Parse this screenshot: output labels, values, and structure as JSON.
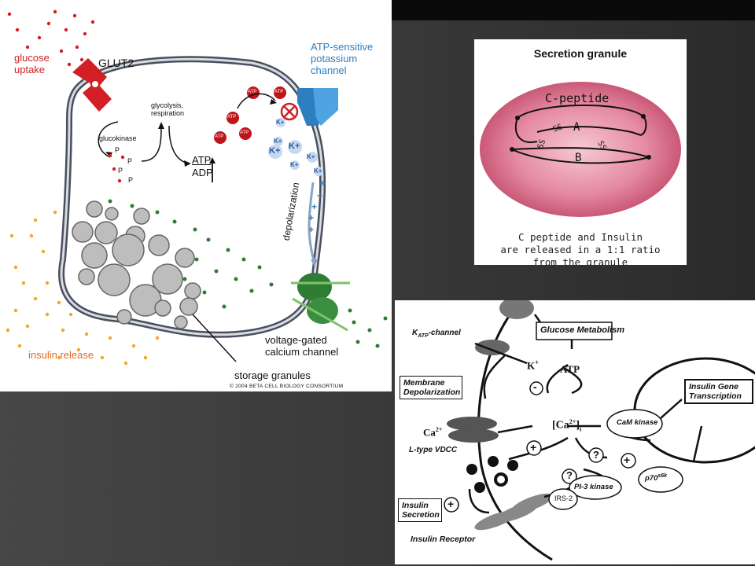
{
  "beta_cell": {
    "glucose_uptake": [
      "glucose",
      "uptake"
    ],
    "glut2": "GLUT2",
    "glycolysis": [
      "glycolysis,",
      "respiration"
    ],
    "glucokinase": "glucokinase",
    "phosphate": "P",
    "atp": "ATP",
    "adp": "ADP",
    "atp_small": "ATP",
    "k_channel": [
      "ATP-sensitive",
      "potassium",
      "channel"
    ],
    "k_plus": "K+",
    "plus": "+",
    "depolarization": "depolarization",
    "calcium_channel": [
      "voltage-gated",
      "calcium channel"
    ],
    "insulin_release": "insulin release",
    "storage_granules": "storage granules",
    "copyright": "© 2004 BETA CELL BIOLOGY CONSORTIUM",
    "colors": {
      "red": "#d21f26",
      "blue": "#2d7fc1",
      "green": "#2e7d32",
      "orange": "#f5a623",
      "membrane": "#4a4f5e"
    }
  },
  "granule": {
    "title": "Secretion granule",
    "c_peptide": "C-peptide",
    "a_chain": "A",
    "b_chain": "B",
    "ss": "SS",
    "caption": [
      "C peptide and Insulin",
      "are released in a 1:1 ratio",
      "from the granule"
    ]
  },
  "pathway": {
    "glucose_metabolism": "Glucose Metabolism",
    "katp_channel": "K",
    "katp_sub": "ATP",
    "katp_rest": "-channel",
    "k_ion": "K",
    "k_sup": "+",
    "atp": "ATP",
    "minus": "-",
    "membrane_depol": [
      "Membrane",
      "Depolarization"
    ],
    "ca": "Ca",
    "ca_sup": "2+",
    "ca_i": "[Ca",
    "ca_i_sup": "2+",
    "ca_i_close": "]",
    "ca_i_sub": "i",
    "l_type": "L-type VDCC",
    "cam_kinase": "CaM kinase",
    "insulin_gene": [
      "Insulin Gene",
      "Transcription"
    ],
    "pi3_kinase": "PI-3 kinase",
    "irs2": "IRS-2",
    "p70": "p70",
    "p70_sup": "s6k",
    "insulin_secretion": [
      "Insulin",
      "Secretion"
    ],
    "insulin_receptor": "Insulin Receptor",
    "question": "?",
    "plus": "+"
  }
}
